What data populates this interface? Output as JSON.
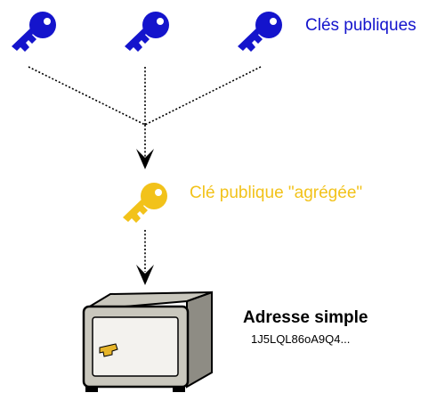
{
  "colors": {
    "public_key": "#1414cc",
    "aggregated_key": "#f2c21a",
    "safe_body": "#c9c7bd",
    "safe_shade": "#8e8c84",
    "safe_handle": "#e6b52a",
    "line": "#000000"
  },
  "labels": {
    "public_keys": "Clés publiques",
    "aggregated_key": "Clé publique \"agrégée\"",
    "address_title": "Adresse simple",
    "address_value": "1J5LQL86oA9Q4..."
  },
  "icons": {
    "public_key": "key-icon",
    "aggregated_key": "key-icon",
    "address": "safe-icon"
  }
}
